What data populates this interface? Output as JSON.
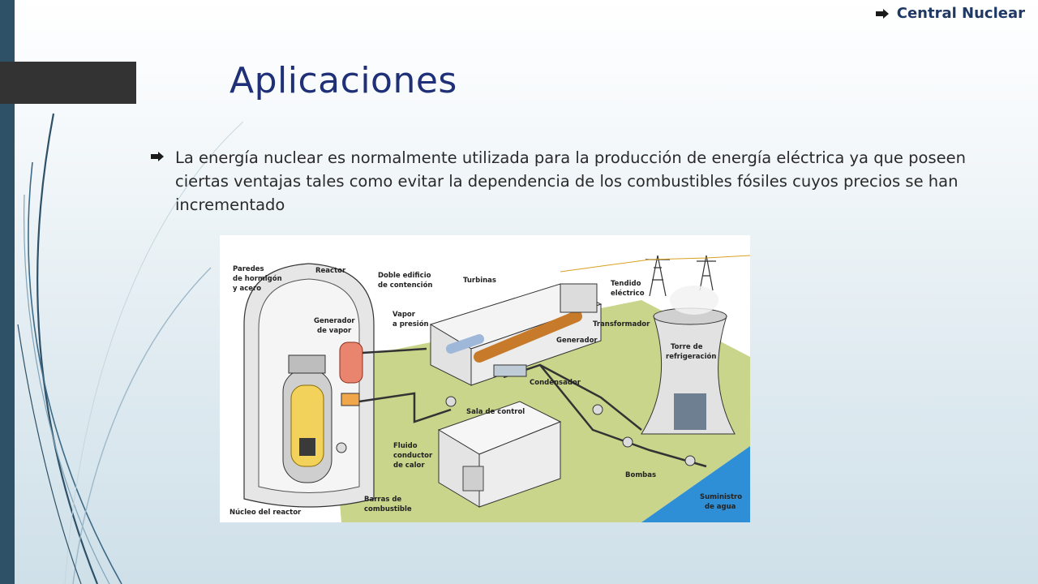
{
  "slide": {
    "header_label": "Central Nuclear",
    "title": "Aplicaciones",
    "body_bullet": "La energía nuclear es normalmente utilizada para la producción de energía eléctrica ya que poseen ciertas ventajas tales como evitar la dependencia de los combustibles fósiles cuyos precios se han incrementado"
  },
  "diagram": {
    "labels": {
      "paredes": "Paredes",
      "de_hormigon": "de hormigón",
      "y_acero": "y acero",
      "reactor": "Reactor",
      "doble_edificio_1": "Doble edificio",
      "doble_edificio_2": "de contención",
      "turbinas": "Turbinas",
      "vapor_1": "Vapor",
      "vapor_2": "a presión",
      "generador_vapor_1": "Generador",
      "generador_vapor_2": "de vapor",
      "tendido_1": "Tendido",
      "tendido_2": "eléctrico",
      "transformador": "Transformador",
      "generador": "Generador",
      "torre_1": "Torre de",
      "torre_2": "refrigeración",
      "condensador": "Condensador",
      "sala_control": "Sala de control",
      "fluido_1": "Fluido",
      "fluido_2": "conductor",
      "fluido_3": "de calor",
      "bombas": "Bombas",
      "suministro_1": "Suministro",
      "suministro_2": "de agua",
      "barras_1": "Barras de",
      "barras_2": "combustible",
      "nucleo": "Núcleo del reactor"
    }
  },
  "colors": {
    "title": "#1f3078",
    "accent_strip": "#2f5168",
    "title_tab": "#333333",
    "header_label": "#1f3864",
    "ground": "#c9d58a",
    "water": "#2f8fd6"
  },
  "icons": {
    "bullet": "arrow-bullet-icon"
  }
}
